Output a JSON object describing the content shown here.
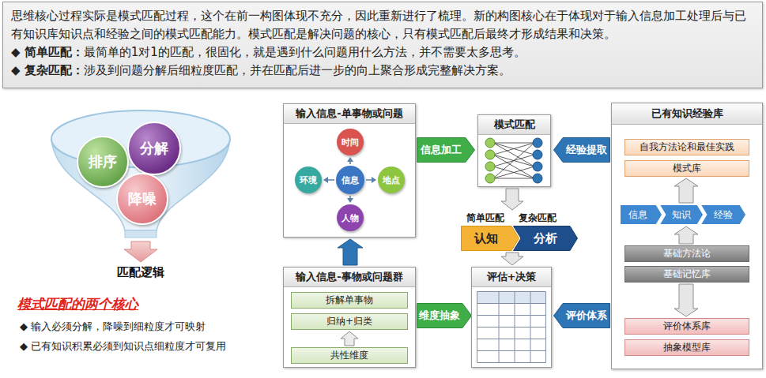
{
  "diagram": {
    "nodes": [
      {
        "text": [
          "思维核心过程实际是模式匹配过程，这个在前一构图体现不充分，因此重新进行了梳理。新的构图核心在于体现对于输入信息加工处理后与已有知识库知识点和经验之间的模式匹配能力。模式匹配是解决问题的核心，只有模式匹配后最终才形成结果和决策。",
          "◆ 简单匹配：",
          "最简单的1对1的匹配，很固化，就是遇到什么问题用什么方法，并不需要太多思考。",
          "◆ 复杂匹配：",
          "涉及到问题分解后细粒度匹配，并在匹配后进一步的向上聚合形成完整解决方案。"
        ]
      },
      {
        "text": [
          "排序"
        ]
      },
      {
        "text": [
          "分解"
        ]
      },
      {
        "text": [
          "降噪"
        ]
      },
      {
        "text": [
          "输入信息-单事物或问题"
        ]
      },
      {
        "text": [
          "时间"
        ],
        "in": 4
      },
      {
        "text": [
          "环境"
        ],
        "in": 4
      },
      {
        "text": [
          "信息"
        ],
        "in": 4
      },
      {
        "text": [
          "地点"
        ],
        "in": 4
      },
      {
        "text": [
          "人物"
        ],
        "in": 4
      },
      {
        "text": [
          "输入信息-事物或问题群"
        ]
      },
      {
        "text": [
          "拆解单事物"
        ],
        "in": 10
      },
      {
        "text": [
          "归纳+归类"
        ],
        "in": 10
      },
      {
        "text": [
          "共性维度"
        ],
        "in": 10
      },
      {
        "text": [
          "信息加工"
        ]
      },
      {
        "text": [
          "模式匹配"
        ]
      },
      {
        "text": [
          "经验提取"
        ]
      },
      {
        "text": [
          "已有知识经验库"
        ]
      },
      {
        "text": [
          "自我方法论和最佳实践"
        ],
        "in": 17
      },
      {
        "text": [
          "模式库"
        ],
        "in": 17
      },
      {
        "text": [
          "信息"
        ],
        "in": 17
      },
      {
        "text": [
          "知识"
        ],
        "in": 17
      },
      {
        "text": [
          "经验"
        ],
        "in": 17
      },
      {
        "text": [
          "基础方法论"
        ],
        "in": 17
      },
      {
        "text": [
          "基础记忆库"
        ],
        "in": 17
      },
      {
        "text": [
          "评价体系库"
        ],
        "in": 17
      },
      {
        "text": [
          "抽象模型库"
        ],
        "in": 17
      },
      {
        "text": [
          "简单匹配",
          "认知"
        ]
      },
      {
        "text": [
          "复杂匹配",
          "分析"
        ]
      },
      {
        "text": [
          "维度抽象"
        ]
      },
      {
        "text": [
          "评估+决策"
        ]
      },
      {
        "text": [
          "评价体系"
        ]
      }
    ],
    "edges": [
      {
        "from": 7,
        "to": 5,
        "arrow": "to"
      },
      {
        "from": 7,
        "to": 6,
        "arrow": "to"
      },
      {
        "from": 7,
        "to": 8,
        "arrow": "to"
      },
      {
        "from": 7,
        "to": 9,
        "arrow": "to"
      },
      {
        "from": 13,
        "to": 12,
        "arrow": "to"
      },
      {
        "from": 10,
        "to": 4,
        "arrow": "to"
      },
      {
        "from": 15,
        "to": 27,
        "arrow": "to"
      },
      {
        "from": 27,
        "to": 30,
        "arrow": "to"
      },
      {
        "from": 21,
        "to": 19,
        "arrow": "to"
      },
      {
        "from": 23,
        "to": 21,
        "arrow": "to"
      },
      {
        "from": 24,
        "to": 25,
        "arrow": "to"
      }
    ],
    "labels": [
      "匹配逻辑",
      "模式匹配的两个核心",
      "◆ 输入必须分解，降噪到细粒度才可映射",
      "◆ 已有知识积累必须到知识点细粒度才可复用"
    ]
  }
}
